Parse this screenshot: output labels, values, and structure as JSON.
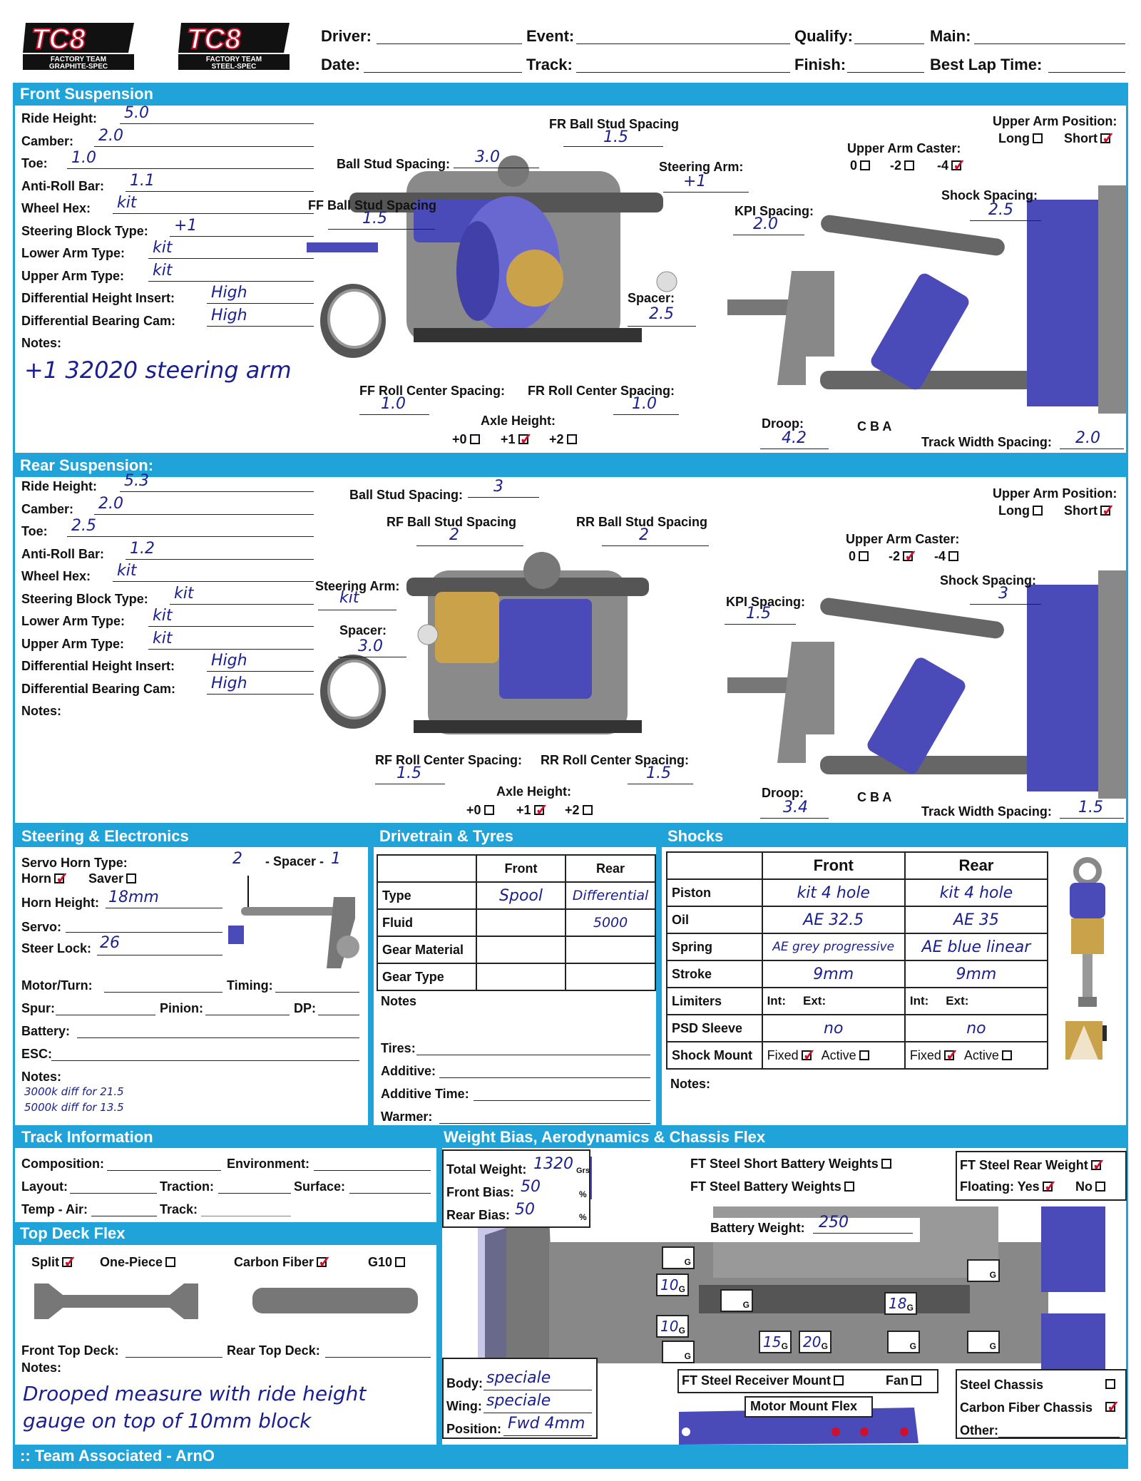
{
  "header": {
    "logo1": {
      "title": "TC8",
      "line1": "FACTORY TEAM",
      "line2": "GRAPHITE-SPEC"
    },
    "logo2": {
      "title": "TC8",
      "line1": "FACTORY TEAM",
      "line2": "STEEL-SPEC"
    },
    "driver": "Driver:",
    "event": "Event:",
    "qualify": "Qualify:",
    "main": "Main:",
    "date": "Date:",
    "track": "Track:",
    "finish": "Finish:",
    "best_lap": "Best Lap Time:"
  },
  "front": {
    "title": "Front Suspension",
    "ride_height": {
      "label": "Ride Height:",
      "value": "5.0"
    },
    "camber": {
      "label": "Camber:",
      "value": "2.0"
    },
    "toe": {
      "label": "Toe:",
      "value": "1.0"
    },
    "anti_roll": {
      "label": "Anti-Roll Bar:",
      "value": "1.1"
    },
    "wheel_hex": {
      "label": "Wheel Hex:",
      "value": "kit"
    },
    "steering_block": {
      "label": "Steering Block Type:",
      "value": "+1"
    },
    "lower_arm": {
      "label": "Lower Arm Type:",
      "value": "kit"
    },
    "upper_arm": {
      "label": "Upper Arm Type:",
      "value": "kit"
    },
    "diff_insert": {
      "label": "Differential Height Insert:",
      "value": "High"
    },
    "diff_cam": {
      "label": "Differential Bearing Cam:",
      "value": "High"
    },
    "notes_label": "Notes:",
    "notes": "+1 32020 steering arm",
    "ball_stud": {
      "label": "Ball Stud Spacing:",
      "value": "3.0"
    },
    "fr_ball_stud": {
      "label": "FR Ball Stud Spacing",
      "value": "1.5"
    },
    "ff_ball_stud": {
      "label": "FF Ball Stud Spacing",
      "value": "1.5"
    },
    "steering_arm": {
      "label": "Steering Arm:",
      "value": "+1"
    },
    "spacer": {
      "label": "Spacer:",
      "value": "2.5"
    },
    "ff_roll": {
      "label": "FF Roll Center Spacing:",
      "value": "1.0"
    },
    "fr_roll": {
      "label": "FR Roll Center Spacing:",
      "value": "1.0"
    },
    "axle": {
      "label": "Axle Height:",
      "opt0": "+0",
      "opt1": "+1",
      "opt2": "+2"
    },
    "upper_pos": {
      "label": "Upper Arm Position:",
      "long": "Long",
      "short": "Short"
    },
    "caster": {
      "label": "Upper Arm Caster:",
      "o0": "0",
      "o1": "-2",
      "o2": "-4"
    },
    "kpi": {
      "label": "KPI Spacing:",
      "value": "2.0"
    },
    "shock_spacing": {
      "label": "Shock Spacing:",
      "value": "2.5"
    },
    "droop": {
      "label": "Droop:",
      "value": "4.2"
    },
    "cba": "C B A",
    "track_width": {
      "label": "Track Width Spacing:",
      "value": "2.0"
    }
  },
  "rear": {
    "title": "Rear Suspension:",
    "ride_height": {
      "label": "Ride Height:",
      "value": "5.3"
    },
    "camber": {
      "label": "Camber:",
      "value": "2.0"
    },
    "toe": {
      "label": "Toe:",
      "value": "2.5"
    },
    "anti_roll": {
      "label": "Anti-Roll Bar:",
      "value": "1.2"
    },
    "wheel_hex": {
      "label": "Wheel Hex:",
      "value": "kit"
    },
    "steering_block": {
      "label": "Steering Block Type:",
      "value": "kit"
    },
    "lower_arm": {
      "label": "Lower Arm Type:",
      "value": "kit"
    },
    "upper_arm": {
      "label": "Upper Arm Type:",
      "value": "kit"
    },
    "diff_insert": {
      "label": "Differential Height Insert:",
      "value": "High"
    },
    "diff_cam": {
      "label": "Differential Bearing Cam:",
      "value": "High"
    },
    "notes_label": "Notes:",
    "ball_stud": {
      "label": "Ball Stud Spacing:",
      "value": "3"
    },
    "rf_ball_stud": {
      "label": "RF Ball Stud Spacing",
      "value": "2"
    },
    "rr_ball_stud": {
      "label": "RR Ball Stud Spacing",
      "value": "2"
    },
    "steering_arm": {
      "label": "Steering Arm:",
      "value": "kit"
    },
    "spacer": {
      "label": "Spacer:",
      "value": "3.0"
    },
    "rf_roll": {
      "label": "RF Roll Center Spacing:",
      "value": "1.5"
    },
    "rr_roll": {
      "label": "RR Roll Center Spacing:",
      "value": "1.5"
    },
    "axle": {
      "label": "Axle Height:",
      "opt0": "+0",
      "opt1": "+1",
      "opt2": "+2"
    },
    "upper_pos": {
      "label": "Upper Arm Position:",
      "long": "Long",
      "short": "Short"
    },
    "caster": {
      "label": "Upper Arm Caster:",
      "o0": "0",
      "o1": "-2",
      "o2": "-4"
    },
    "kpi": {
      "label": "KPI Spacing:",
      "value": "1.5"
    },
    "shock_spacing": {
      "label": "Shock Spacing:",
      "value": "3"
    },
    "droop": {
      "label": "Droop:",
      "value": "3.4"
    },
    "cba": "C B A",
    "track_width": {
      "label": "Track Width Spacing:",
      "value": "1.5"
    }
  },
  "steering": {
    "title": "Steering & Electronics",
    "servo_horn": "Servo Horn Type:",
    "horn": "Horn",
    "saver": "Saver",
    "horn_num": "2",
    "spacer_label": "- Spacer -",
    "spacer_val": "1",
    "horn_height": {
      "label": "Horn Height:",
      "value": "18mm"
    },
    "servo": "Servo:",
    "steer_lock": {
      "label": "Steer Lock:",
      "value": "26"
    },
    "motor": "Motor/Turn:",
    "timing": "Timing:",
    "spur": "Spur:",
    "pinion": "Pinion:",
    "dp": "DP:",
    "battery": "Battery:",
    "esc": "ESC:",
    "notes_label": "Notes:",
    "note1": "3000k diff for 21.5",
    "note2": "5000k diff for 13.5"
  },
  "drivetrain": {
    "title": "Drivetrain & Tyres",
    "col_front": "Front",
    "col_rear": "Rear",
    "rows": [
      {
        "label": "Type",
        "front": "Spool",
        "rear": "Differential"
      },
      {
        "label": "Fluid",
        "front": "",
        "rear": "5000"
      },
      {
        "label": "Gear Material",
        "front": "",
        "rear": ""
      },
      {
        "label": "Gear Type",
        "front": "",
        "rear": ""
      }
    ],
    "notes": "Notes",
    "tires": "Tires:",
    "additive": "Additive:",
    "additive_time": "Additive Time:",
    "warmer": "Warmer:"
  },
  "shocks": {
    "title": "Shocks",
    "col_front": "Front",
    "col_rear": "Rear",
    "rows": [
      {
        "label": "Piston",
        "front": "kit 4 hole",
        "rear": "kit 4 hole"
      },
      {
        "label": "Oil",
        "front": "AE 32.5",
        "rear": "AE 35"
      },
      {
        "label": "Spring",
        "front": "AE grey progressive",
        "rear": "AE blue linear"
      },
      {
        "label": "Stroke",
        "front": "9mm",
        "rear": "9mm"
      }
    ],
    "limiters": "Limiters",
    "int": "Int:",
    "ext": "Ext:",
    "psd": {
      "label": "PSD Sleeve",
      "front": "no",
      "rear": "no"
    },
    "mount": "Shock Mount",
    "fixed": "Fixed",
    "active": "Active",
    "notes": "Notes:"
  },
  "track": {
    "title": "Track Information",
    "composition": "Composition:",
    "environment": "Environment:",
    "layout": "Layout:",
    "traction": "Traction:",
    "surface": "Surface:",
    "temp_air": "Temp - Air:",
    "track": "Track:"
  },
  "topdeck": {
    "title": "Top Deck Flex",
    "split": "Split",
    "one_piece": "One-Piece",
    "carbon": "Carbon Fiber",
    "g10": "G10",
    "front_deck": "Front Top Deck:",
    "rear_deck": "Rear Top Deck:",
    "notes_label": "Notes:",
    "note1": "Drooped measure with ride height",
    "note2": "gauge on top of 10mm block"
  },
  "weight": {
    "title": "Weight Bias, Aerodynamics & Chassis Flex",
    "total": {
      "label": "Total Weight:",
      "value": "1320",
      "unit": "Grs"
    },
    "front_bias": {
      "label": "Front Bias:",
      "value": "50",
      "unit": "%"
    },
    "rear_bias": {
      "label": "Rear Bias:",
      "value": "50",
      "unit": "%"
    },
    "short_batt": "FT Steel Short Battery Weights",
    "batt_weights": "FT Steel Battery Weights",
    "rear_weight": "FT Steel Rear Weight",
    "floating": "Floating: Yes",
    "no": "No",
    "battery_weight": {
      "label": "Battery Weight:",
      "value": "250"
    },
    "g": "G",
    "w1": "10",
    "w2": "10",
    "w3": "15",
    "w4": "20",
    "w5": "18",
    "body": {
      "label": "Body:",
      "value": "speciale"
    },
    "wing": {
      "label": "Wing:",
      "value": "speciale"
    },
    "position": {
      "label": "Position:",
      "value": "Fwd 4mm"
    },
    "receiver": "FT Steel Receiver Mount",
    "fan": "Fan",
    "motor_mount": "Motor Mount Flex",
    "steel": "Steel Chassis",
    "carbon": "Carbon Fiber Chassis",
    "other": "Other:"
  },
  "footer": ":: Team Associated - ArnO",
  "colors": {
    "accent": "#1fa3d9",
    "ink": "#1a1f8f",
    "check": "#d0102a"
  }
}
